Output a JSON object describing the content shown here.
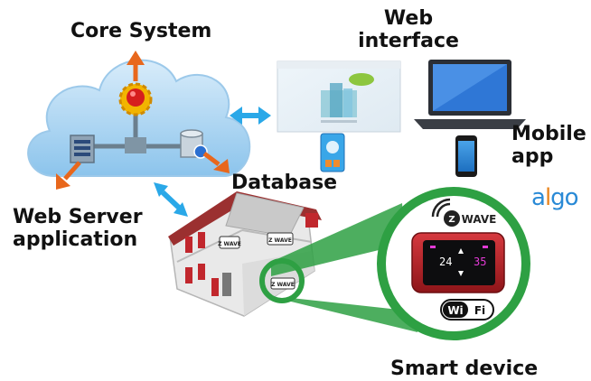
{
  "labels": {
    "core_system": "Core System",
    "web_interface": "Web interface",
    "mobile_app": "Mobile app",
    "database": "Database",
    "web_server": "Web Server application",
    "smart_device": "Smart device"
  },
  "brand": {
    "algo_a": "a",
    "algo_l": "l",
    "algo_go": "go",
    "zwave": "Z WAVE",
    "zwave_small": "Z WAVE",
    "wifi_a": "Wi",
    "wifi_b": "Fi"
  },
  "thermostat": {
    "temp_left": "24",
    "temp_right": "35"
  },
  "colors": {
    "cloud": "#b7d9f2",
    "green_ring": "#2ea043",
    "arrow_orange": "#e8671c",
    "arrow_blue": "#2aa8e8",
    "thermostat_red": "#c1272d"
  },
  "icons": [
    "cloud-icon",
    "gear-icon",
    "server-icon",
    "database-icon",
    "laptop-icon",
    "phone-icon",
    "house-icon",
    "thermostat-icon"
  ]
}
